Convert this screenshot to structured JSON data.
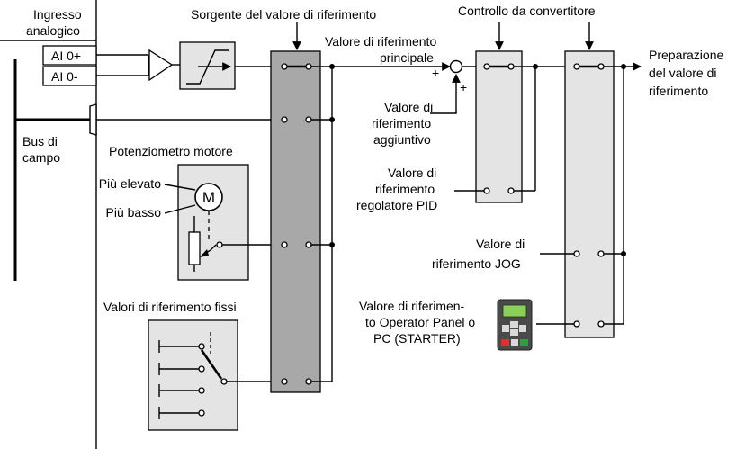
{
  "colors": {
    "block_dark": "#a8a8a8",
    "block_light": "#e4e4e4",
    "line": "#000000",
    "panel_body": "#4a4a4a",
    "panel_screen": "#8ccf58",
    "key_red": "#e0302c",
    "key_green": "#2f9e3f",
    "key_gray": "#d9d9d9"
  },
  "analog": {
    "title_line1": "Ingresso",
    "title_line2": "analogico",
    "ai0p": "AI 0+",
    "ai0m": "AI 0-"
  },
  "fieldbus": {
    "line1": "Bus di",
    "line2": "campo"
  },
  "motorpot": {
    "title": "Potenziometro motore",
    "higher": "Più elevato",
    "lower": "Più basso",
    "motor_symbol": "M"
  },
  "fixed": {
    "title": "Valori di riferimento fissi"
  },
  "source": {
    "title": "Sorgente del valore di riferimento"
  },
  "main_ref": {
    "line1": "Valore di riferimento",
    "line2": "principale",
    "plus_a": "+",
    "plus_b": "+"
  },
  "additional": {
    "line1": "Valore di",
    "line2": "riferimento",
    "line3": "aggiuntivo"
  },
  "control": {
    "title": "Controllo da convertitore"
  },
  "pid": {
    "line1": "Valore di",
    "line2": "riferimento",
    "line3": "regolatore PID"
  },
  "jog": {
    "line1": "Valore di",
    "line2": "riferimento JOG"
  },
  "operator": {
    "line1": "Valore di riferimen-",
    "line2": "to Operator Panel o",
    "line3": "PC (STARTER)"
  },
  "output": {
    "line1": "Preparazione",
    "line2": "del valore di",
    "line3": "riferimento"
  }
}
